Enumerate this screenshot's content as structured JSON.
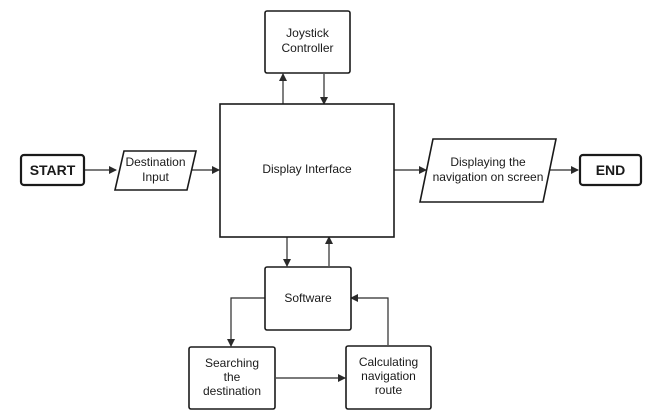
{
  "diagram": {
    "nodes": {
      "start": {
        "lines": [
          "START"
        ]
      },
      "destination_input": {
        "lines": [
          "Destination",
          "Input"
        ]
      },
      "display_interface": {
        "lines": [
          "Display Interface"
        ]
      },
      "joystick_controller": {
        "lines": [
          "Joystick",
          "Controller"
        ]
      },
      "displaying_navigation": {
        "lines": [
          "Displaying the",
          "navigation on screen"
        ]
      },
      "end": {
        "lines": [
          "END"
        ]
      },
      "software": {
        "lines": [
          "Software"
        ]
      },
      "searching_destination": {
        "lines": [
          "Searching",
          "the",
          "destination"
        ]
      },
      "calculating_route": {
        "lines": [
          "Calculating",
          "navigation",
          "route"
        ]
      }
    },
    "edges": [
      {
        "from": "start",
        "to": "destination_input"
      },
      {
        "from": "destination_input",
        "to": "display_interface"
      },
      {
        "from": "display_interface",
        "to": "joystick_controller"
      },
      {
        "from": "joystick_controller",
        "to": "display_interface"
      },
      {
        "from": "display_interface",
        "to": "displaying_navigation"
      },
      {
        "from": "displaying_navigation",
        "to": "end"
      },
      {
        "from": "display_interface",
        "to": "software"
      },
      {
        "from": "software",
        "to": "display_interface"
      },
      {
        "from": "software",
        "to": "searching_destination"
      },
      {
        "from": "searching_destination",
        "to": "calculating_route"
      },
      {
        "from": "calculating_route",
        "to": "software"
      }
    ]
  },
  "colors": {
    "stroke": "#1a1a1a",
    "background": "#ffffff"
  }
}
